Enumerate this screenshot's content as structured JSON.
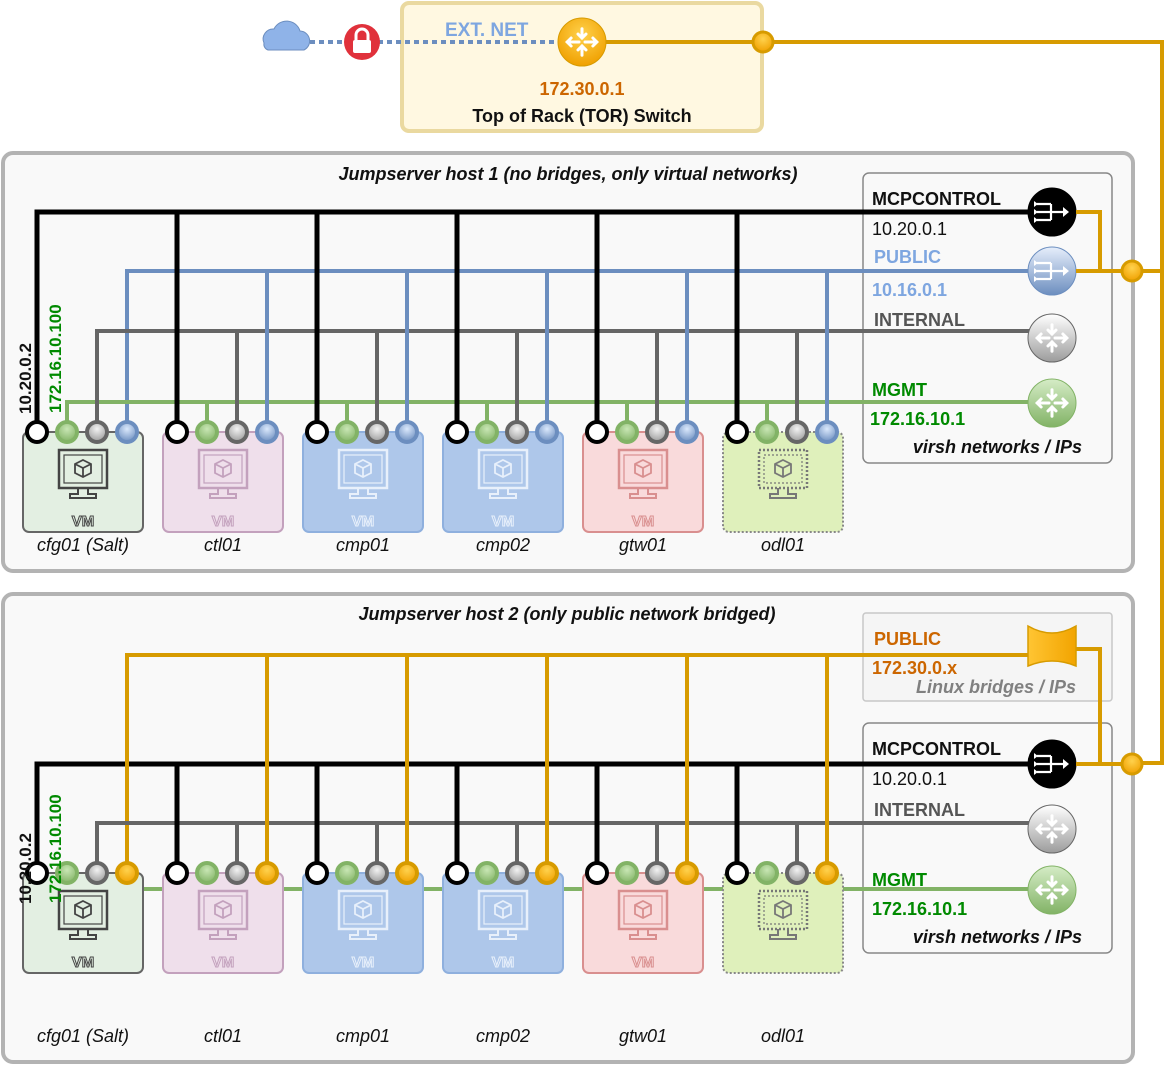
{
  "colors": {
    "black_net": "#000000",
    "public_virsh": "#6c8ebf",
    "internal": "#666666",
    "mgmt": "#82b366",
    "public_bridge": "#d79b00",
    "mgmt_text": "#008a00",
    "public_text_blue": "#7ea6e0",
    "public_text_orange": "#cc6600",
    "internal_text": "#555555"
  },
  "external": {
    "cloud_icon": "cloud-icon",
    "lock_icon": "lock-icon",
    "ext_net_label": "EXT. NET",
    "tor_ip": "172.30.0.1",
    "tor_label": "Top of Rack (TOR) Switch"
  },
  "hosts": [
    {
      "title": "Jumpserver host 1 (no bridges, only virtual networks)",
      "cfg_ip_control": "10.20.0.2",
      "cfg_ip_mgmt": "172.16.10.100",
      "virsh_panel": {
        "caption": "virsh networks / IPs",
        "networks": [
          {
            "name": "MCPCONTROL",
            "ip": "10.20.0.1"
          },
          {
            "name": "PUBLIC",
            "ip": "10.16.0.1"
          },
          {
            "name": "INTERNAL",
            "ip": ""
          },
          {
            "name": "MGMT",
            "ip": "172.16.10.1"
          }
        ]
      },
      "vms": [
        {
          "name": "cfg01 (Salt)",
          "badge": "VM"
        },
        {
          "name": "ctl01",
          "badge": "VM"
        },
        {
          "name": "cmp01",
          "badge": "VM"
        },
        {
          "name": "cmp02",
          "badge": "VM"
        },
        {
          "name": "gtw01",
          "badge": "VM"
        },
        {
          "name": "odl01",
          "badge": "VM"
        }
      ]
    },
    {
      "title": "Jumpserver host 2 (only public network bridged)",
      "cfg_ip_control": "10.20.0.2",
      "cfg_ip_mgmt": "172.16.10.100",
      "bridge_panel": {
        "caption": "Linux bridges / IPs",
        "network": {
          "name": "PUBLIC",
          "ip": "172.30.0.x"
        }
      },
      "virsh_panel": {
        "caption": "virsh networks / IPs",
        "networks": [
          {
            "name": "MCPCONTROL",
            "ip": "10.20.0.1"
          },
          {
            "name": "INTERNAL",
            "ip": ""
          },
          {
            "name": "MGMT",
            "ip": "172.16.10.1"
          }
        ]
      },
      "vms": [
        {
          "name": "cfg01 (Salt)",
          "badge": "VM"
        },
        {
          "name": "ctl01",
          "badge": "VM"
        },
        {
          "name": "cmp01",
          "badge": "VM"
        },
        {
          "name": "cmp02",
          "badge": "VM"
        },
        {
          "name": "gtw01",
          "badge": "VM"
        },
        {
          "name": "odl01",
          "badge": "VM"
        }
      ]
    }
  ]
}
